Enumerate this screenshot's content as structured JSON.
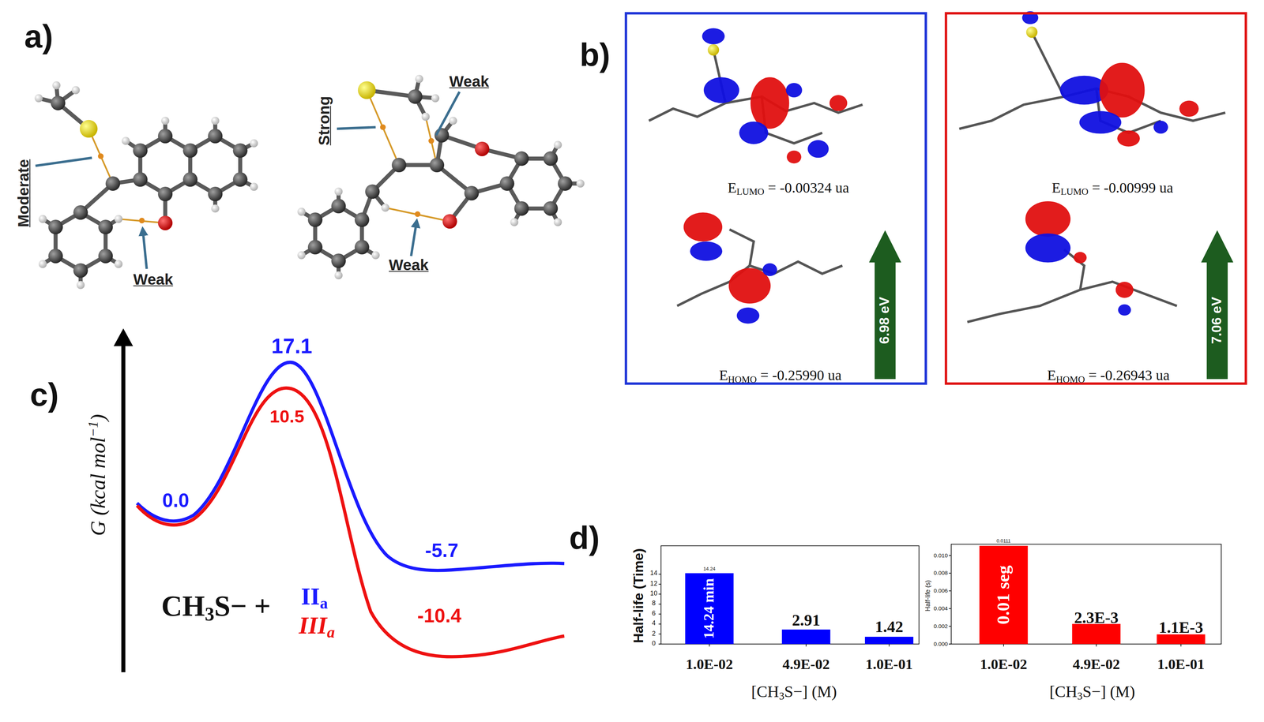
{
  "diagram": {
    "nodes": [
      {
        "text": [
          "ELUMO = -0.00324 ua",
          "EHOMO = -0.25990 ua"
        ]
      },
      {
        "text": [
          "6.98 eV"
        ],
        "in": 0
      },
      {
        "text": [
          "ELUMO = -0.00999 ua",
          "EHOMO = -0.26943 ua"
        ]
      },
      {
        "text": [
          "7.06 eV"
        ],
        "in": 2
      },
      {
        "text": [
          "14.24 min"
        ]
      },
      {
        "text": [
          "0.01 seg"
        ]
      }
    ],
    "labels": [
      "a)",
      "Moderate",
      "Weak",
      "Strong",
      "Weak",
      "Weak",
      "b)",
      "c)",
      "G (kcal mol−1)",
      "17.1",
      "10.5",
      "0.0",
      "-5.7",
      "-10.4",
      "CH3S− +",
      "IIa",
      "IIIa",
      "d)",
      "Half-life (Time)",
      "0",
      "2",
      "4",
      "6",
      "8",
      "10",
      "12",
      "14",
      "14.24",
      "2.91",
      "1.42",
      "1.0E-02",
      "4.9E-02",
      "1.0E-01",
      "[CH3S−] (M)",
      "Half-life (s)",
      "0.000",
      "0.002",
      "0.004",
      "0.006",
      "0.008",
      "0.010",
      "0.0111",
      "2.3E-3",
      "1.1E-3",
      "1.0E-02",
      "4.9E-02",
      "1.0E-01",
      "[CH3S−] (M)"
    ]
  }
}
